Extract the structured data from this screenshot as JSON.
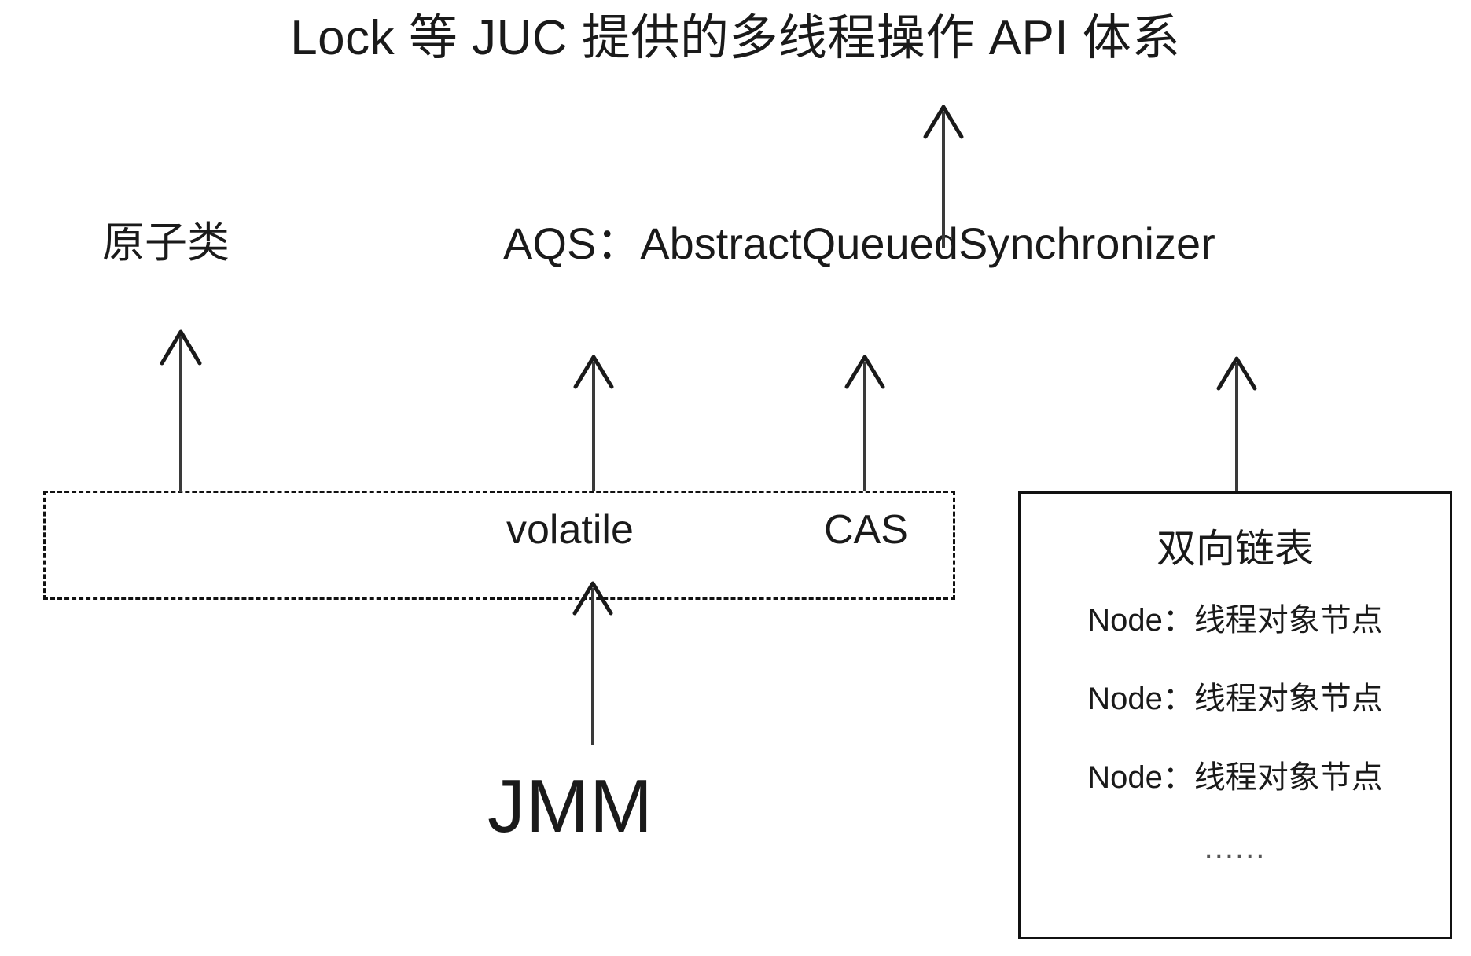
{
  "diagram": {
    "title": "Lock 等 JUC 提供的多线程操作 API 体系",
    "aqs_label": "AQS：AbstractQueuedSynchronizer",
    "atomic_label": "原子类",
    "jmm_label": "JMM",
    "dashed_group": {
      "volatile_label": "volatile",
      "cas_label": "CAS"
    },
    "linked_list_box": {
      "title": "双向链表",
      "nodes": [
        "Node：线程对象节点",
        "Node：线程对象节点",
        "Node：线程对象节点"
      ],
      "ellipsis": "......"
    },
    "arrows": [
      {
        "name": "arrow-atomic-up",
        "from": "dashed-group",
        "to": "原子类"
      },
      {
        "name": "arrow-volatile-up",
        "from": "volatile",
        "to": "AQS"
      },
      {
        "name": "arrow-cas-up",
        "from": "CAS",
        "to": "AQS"
      },
      {
        "name": "arrow-aqs-up",
        "from": "AQS",
        "to": "Lock 等 JUC 提供的多线程操作 API 体系"
      },
      {
        "name": "arrow-linkedlist-up",
        "from": "双向链表",
        "to": "AQS"
      },
      {
        "name": "arrow-jmm-up",
        "from": "JMM",
        "to": "volatile"
      }
    ],
    "colors": {
      "stroke": "#1a1a1a",
      "arrow": "#3a3a3a",
      "background": "#ffffff",
      "muted": "#555555"
    }
  }
}
